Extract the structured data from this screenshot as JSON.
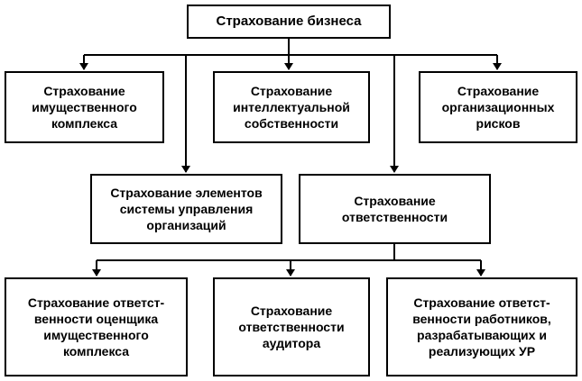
{
  "nodes": {
    "root": "Страхование бизнеса",
    "property": "Страхование\nимущественного\nкомплекса",
    "intellectual": "Страхование\nинтеллектуальной\nсобственности",
    "organizational": "Страхование\nорганизационных\nрисков",
    "management": "Страхование элементов\nсистемы управления\nорганизаций",
    "liability": "Страхование\nответственности",
    "appraiser": "Страхование ответст-\nвенности оценщика\nимущественного\nкомплекса",
    "auditor": "Страхование\nответственности\nаудитора",
    "workers": "Страхование ответст-\nвенности работников,\nразрабатывающих и\nреализующих УР"
  },
  "colors": {
    "stroke": "#000000",
    "background": "#ffffff"
  }
}
